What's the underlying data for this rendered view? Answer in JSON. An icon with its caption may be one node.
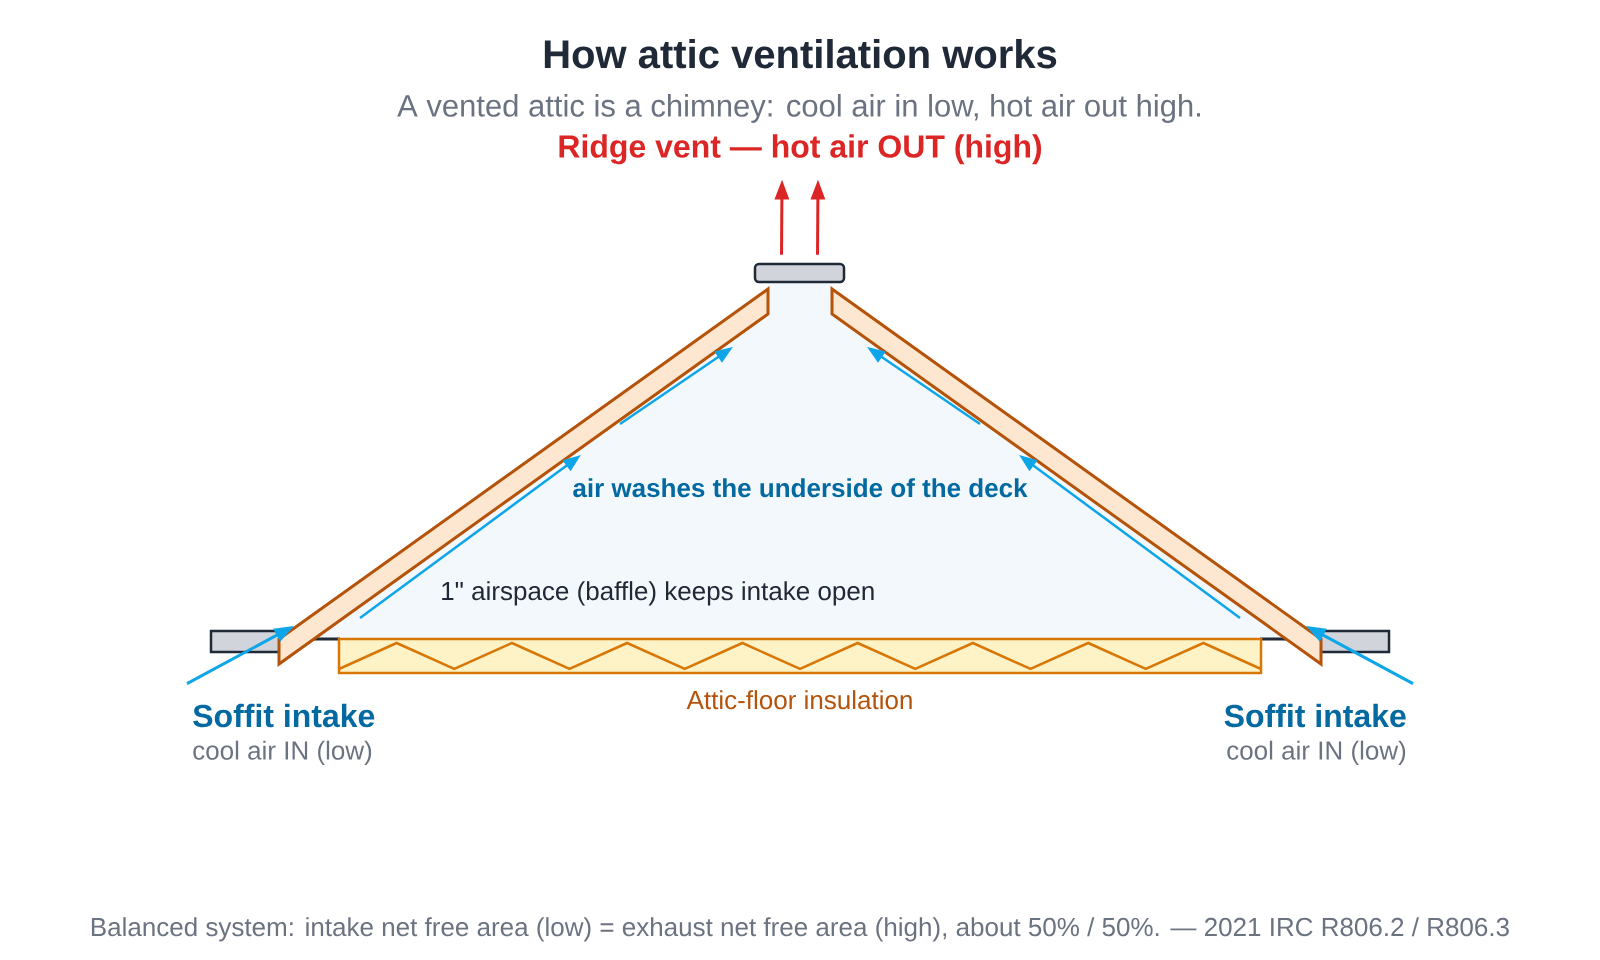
{
  "diagram": {
    "title": "How attic ventilation works",
    "nodes": [
      {
        "text": [
          "Ridge vent — hot air OUT (high)"
        ]
      },
      {
        "text": [],
        "shape": "box"
      },
      {
        "text": [],
        "shape": "box"
      },
      {
        "text": [],
        "shape": "box"
      },
      {
        "text": [
          "Attic-floor insulation"
        ]
      },
      {
        "text": [
          "Soffit intake",
          "cool air IN (low)"
        ]
      },
      {
        "text": [
          "Soffit intake",
          "cool air IN (low)"
        ]
      }
    ],
    "edges": [
      {
        "from": 1,
        "to": 0,
        "arrow": "to",
        "color": "#dc2626"
      },
      {
        "from": 1,
        "to": 0,
        "arrow": "to",
        "color": "#dc2626"
      },
      {
        "from": 5,
        "to": 2,
        "arrow": "to",
        "color": "#0ea5e9"
      },
      {
        "from": 6,
        "to": 3,
        "arrow": "to",
        "color": "#0ea5e9"
      }
    ],
    "labels": [
      "A vented attic is a chimney: cool air in low, hot air out high.",
      "air washes the underside of the deck",
      "1\" airspace (baffle) keeps intake open",
      "Balanced system: intake net free area (low) = exhaust net free area (high), about 50% / 50%. — 2021 IRC R806.2 / R806.3"
    ]
  }
}
